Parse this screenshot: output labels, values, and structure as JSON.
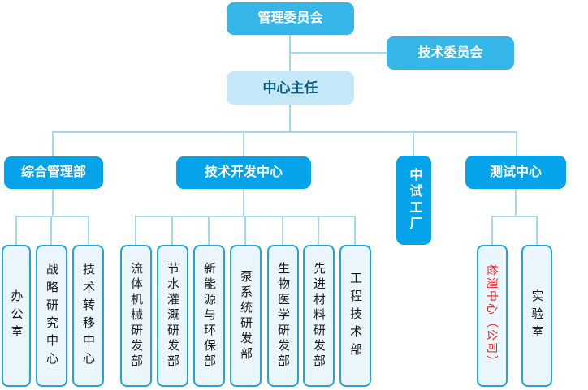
{
  "colors": {
    "top_box_blue": "#35b6e9",
    "department_box_blue": "#05a3ea",
    "director_box_bg": "#c5e8f8",
    "director_text": "#0b5a80",
    "leaf_box_bg": "#eaf6fc",
    "leaf_box_border": "#22a3d9",
    "connector_line": "#a6d8eb",
    "highlight_red": "#e8231e"
  },
  "org": {
    "root": "管理委员会",
    "advisory": "技术委员会",
    "director": "中心主任",
    "departments": {
      "admin": "综合管理部",
      "tech_dev": "技术开发中心",
      "pilot_plant": "中试工厂",
      "testing": "测试中心"
    },
    "admin_children": [
      "办公室",
      "战略研究中心",
      "技术转移中心"
    ],
    "tech_dev_children": [
      "流体机械研发部",
      "节水灌溉研发部",
      "新能源与环保部",
      "泵系统研发部",
      "生物医学研发部",
      "先进材料研发部",
      "工程技术部"
    ],
    "testing_children": [
      "检测中心（公司）",
      "实验室"
    ]
  }
}
